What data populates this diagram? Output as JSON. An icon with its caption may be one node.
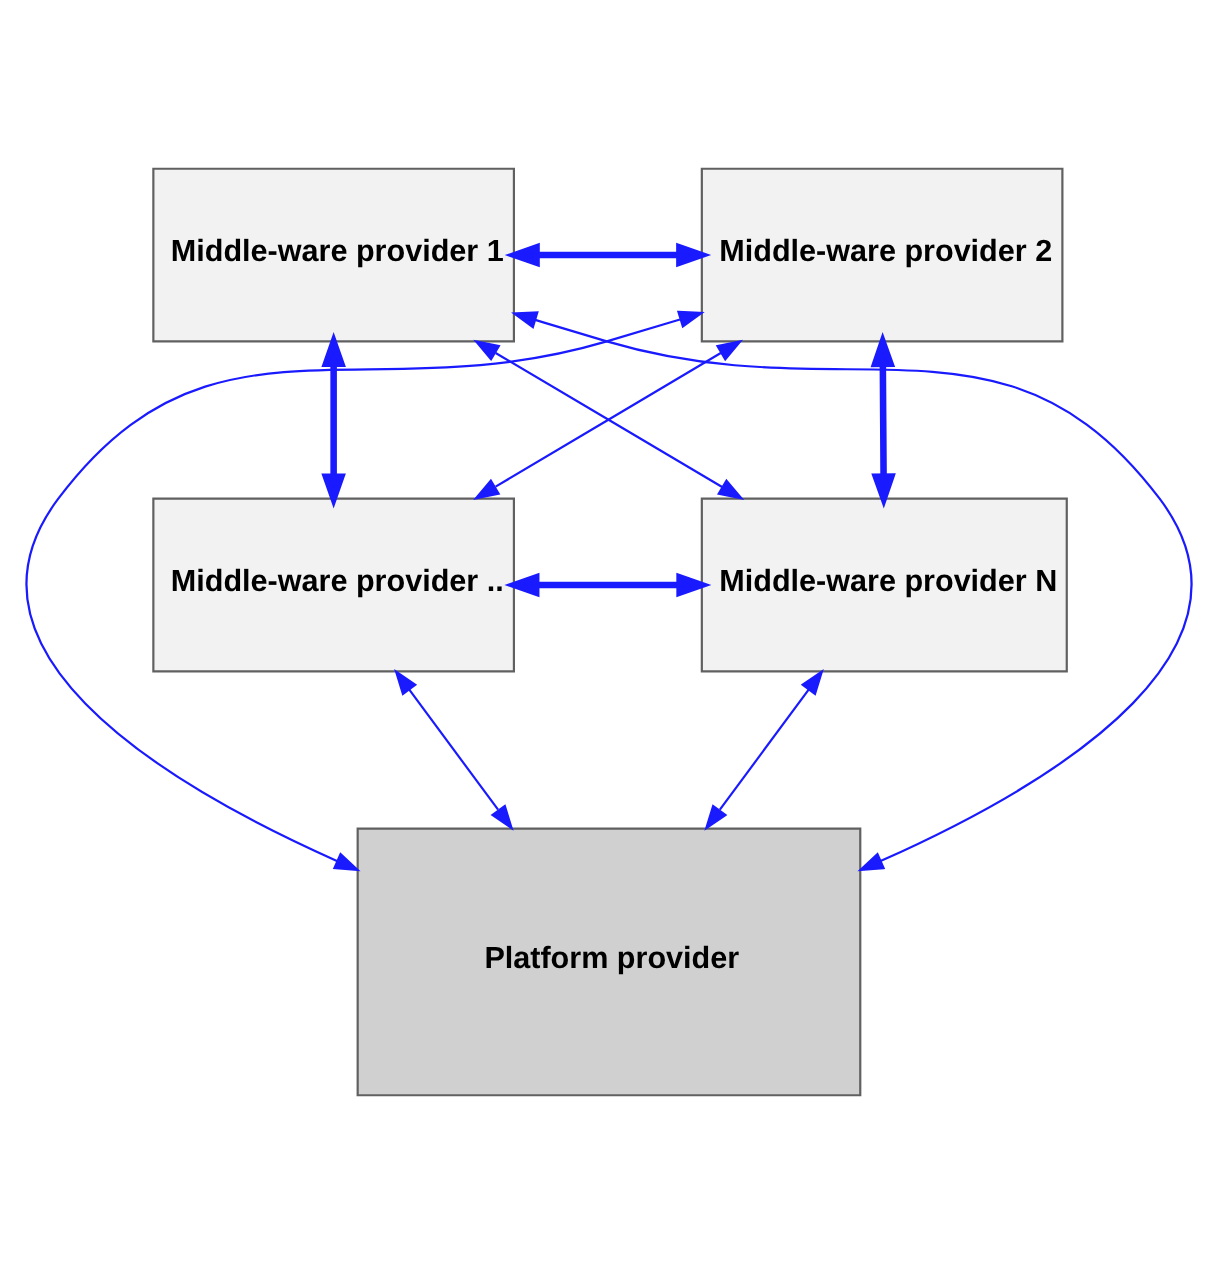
{
  "diagram": {
    "nodes": [
      {
        "text": [
          "Middle-ware provider 1"
        ]
      },
      {
        "text": [
          "Middle-ware provider 2"
        ]
      },
      {
        "text": [
          "Middle-ware provider .."
        ]
      },
      {
        "text": [
          "Middle-ware provider N"
        ]
      },
      {
        "text": [
          "Platform provider"
        ]
      }
    ],
    "edges": [
      {
        "from": 0,
        "to": 1,
        "arrow": "both",
        "style": "thick"
      },
      {
        "from": 0,
        "to": 2,
        "arrow": "both",
        "style": "thick"
      },
      {
        "from": 0,
        "to": 3,
        "arrow": "both"
      },
      {
        "from": 1,
        "to": 2,
        "arrow": "both"
      },
      {
        "from": 1,
        "to": 3,
        "arrow": "both",
        "style": "thick"
      },
      {
        "from": 2,
        "to": 3,
        "arrow": "both",
        "style": "thick"
      },
      {
        "from": 2,
        "to": 4,
        "arrow": "both"
      },
      {
        "from": 3,
        "to": 4,
        "arrow": "both"
      },
      {
        "from": 4,
        "to": 0,
        "arrow": "both"
      },
      {
        "from": 1,
        "to": 4,
        "arrow": "both"
      }
    ]
  }
}
